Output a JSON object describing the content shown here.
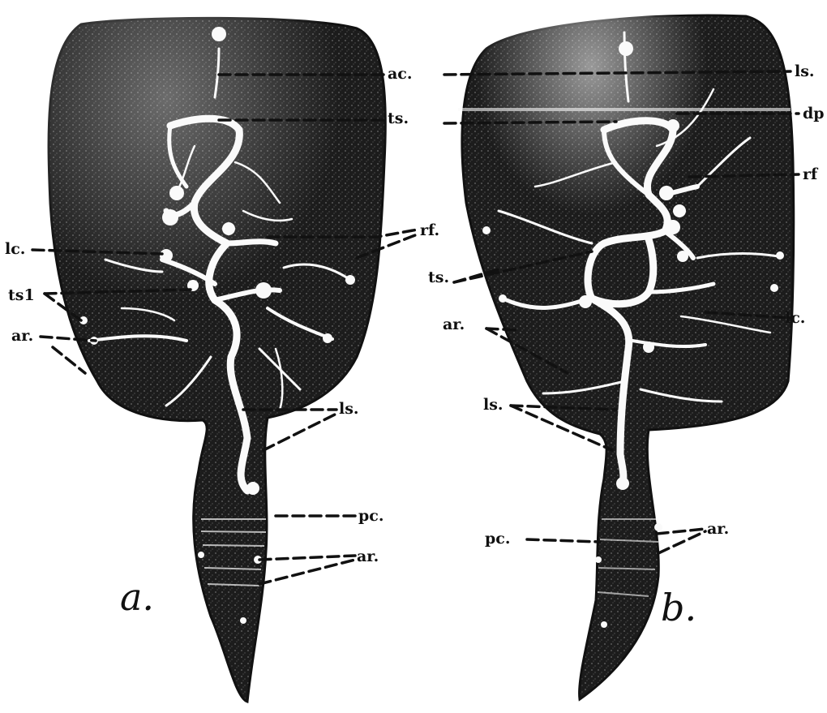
{
  "figure": {
    "panels": [
      {
        "id": "a",
        "panel_label": "a.",
        "labels": {
          "ac": "ac.",
          "ts_top": "ts.",
          "rf": "rf.",
          "lc": "lc.",
          "ts1": "ts1",
          "ar_left": "ar.",
          "ls": "ls.",
          "pc": "pc.",
          "ar_tail": "ar."
        }
      },
      {
        "id": "b",
        "panel_label": "b.",
        "labels": {
          "ls_top": "ls.",
          "dp": "dp",
          "rf": "rf",
          "ts": "ts.",
          "lc": "lc.",
          "ar_left": "ar.",
          "ls_low": "ls.",
          "ar_tail": "ar.",
          "pc": "pc."
        }
      }
    ],
    "colors": {
      "body": "#1a1a1a",
      "canals": "#fafafa",
      "background": "#ffffff",
      "ink": "#111111"
    }
  }
}
